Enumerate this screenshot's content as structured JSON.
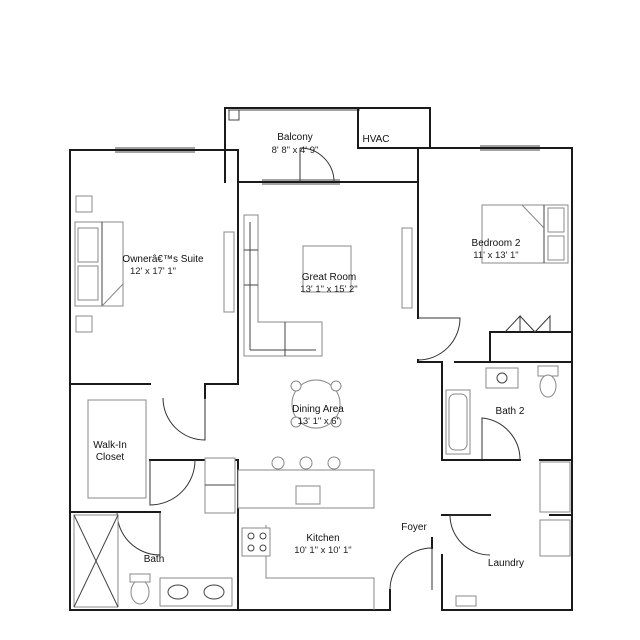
{
  "rooms": {
    "balcony": {
      "name": "Balcony",
      "dim": "8' 8\" x 4' 9\""
    },
    "hvac": {
      "name": "HVAC"
    },
    "owners_suite": {
      "name": "Ownerâ€™s Suite",
      "dim": "12' x 17' 1\""
    },
    "great_room": {
      "name": "Great Room",
      "dim": "13' 1\" x 15' 2\""
    },
    "bedroom2": {
      "name": "Bedroom 2",
      "dim": "11' x 13' 1\""
    },
    "dining": {
      "name": "Dining Area",
      "dim": "13' 1\" x 6'"
    },
    "walkin": {
      "name_line1": "Walk-In",
      "name_line2": "Closet"
    },
    "bath2": {
      "name": "Bath 2"
    },
    "kitchen": {
      "name": "Kitchen",
      "dim": "10' 1\" x 10' 1\""
    },
    "foyer": {
      "name": "Foyer"
    },
    "bath": {
      "name": "Bath"
    },
    "laundry": {
      "name": "Laundry"
    }
  }
}
